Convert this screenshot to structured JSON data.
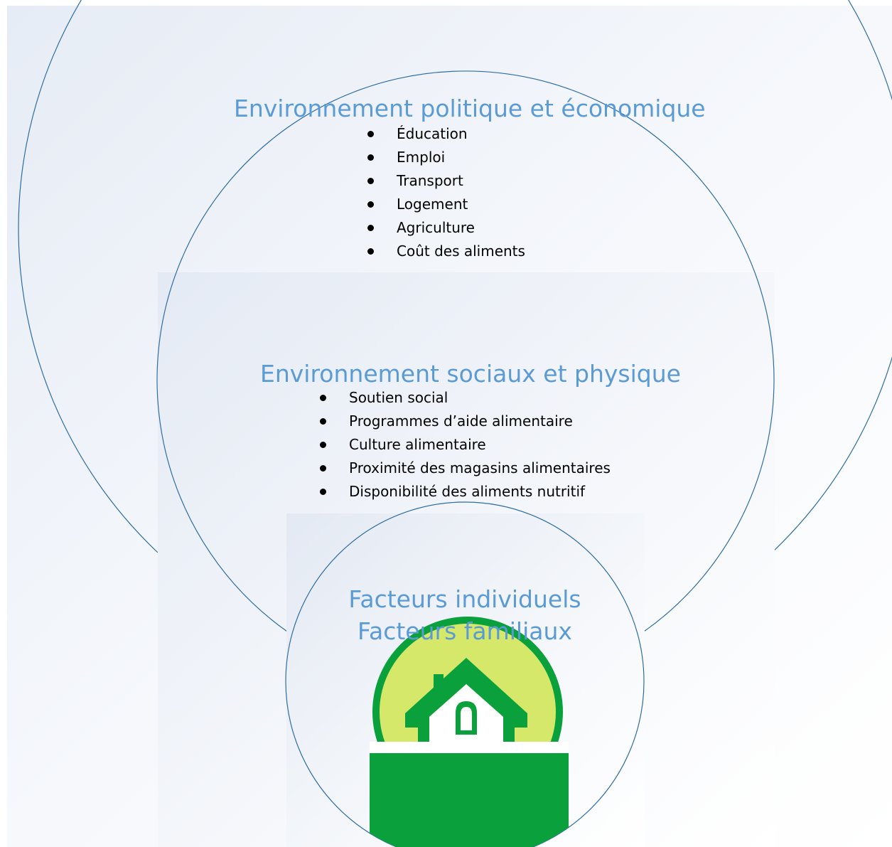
{
  "colors": {
    "heading": "#5b9bd5",
    "circle_stroke": "#2e6da4",
    "logo_green": "#0aa13c",
    "logo_light": "#d6e86a"
  },
  "outer": {
    "title": "Environnement politique et économique",
    "items": [
      "Éducation",
      "Emploi",
      "Transport",
      "Logement",
      "Agriculture",
      "Coût des aliments"
    ]
  },
  "middle": {
    "title": "Environnement sociaux et physique",
    "items": [
      "Soutien social",
      "Programmes d’aide alimentaire",
      "Culture alimentaire",
      "Proximité des magasins alimentaires",
      "Disponibilité des aliments nutritif"
    ]
  },
  "inner": {
    "line1": "Facteurs individuels",
    "line2": "Facteurs familiaux"
  },
  "logo": {
    "icon": "house-icon"
  }
}
